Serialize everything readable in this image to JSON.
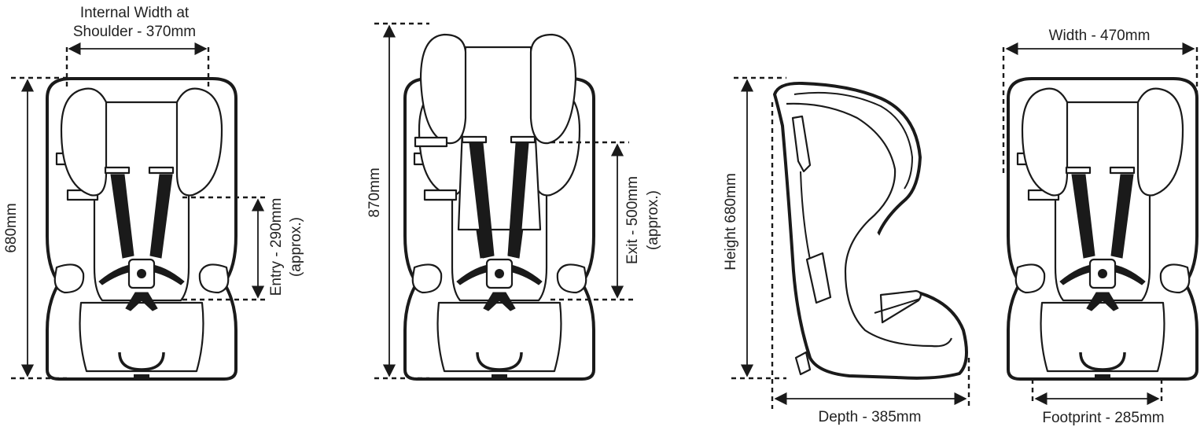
{
  "views": {
    "front_left": {
      "internal_width_line1": "Internal Width at",
      "internal_width_line2": "Shoulder - 370mm",
      "height_label": "680mm",
      "entry_line1": "Entry - 290mm",
      "entry_line2": "(approx.)"
    },
    "front_raised": {
      "height_label": "870mm",
      "exit_line1": "Exit - 500mm",
      "exit_line2": "(approx.)"
    },
    "side": {
      "height_label": "Height 680mm",
      "depth_label": "Depth - 385mm"
    },
    "front_right": {
      "width_label": "Width - 470mm",
      "footprint_label": "Footprint - 285mm"
    }
  },
  "colors": {
    "line": "#1a1a1a",
    "background": "#ffffff"
  }
}
